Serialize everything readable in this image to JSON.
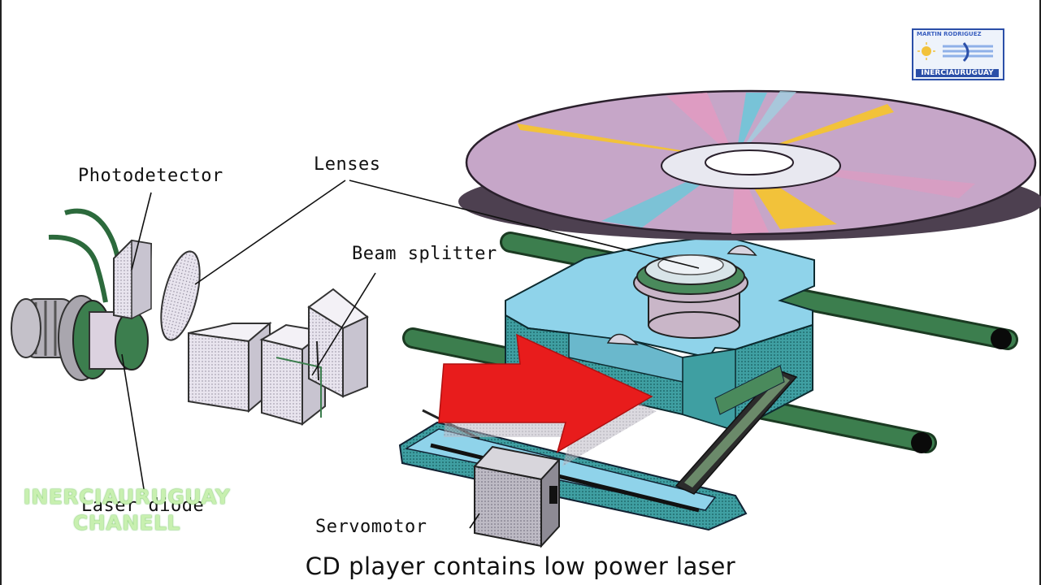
{
  "diagram": {
    "labels": {
      "photodetector": "Photodetector",
      "lenses": "Lenses",
      "beam_splitter": "Beam splitter",
      "laser_diode": "Laser diode",
      "servomotor": "Servomotor"
    },
    "caption": "CD player contains low power laser"
  },
  "watermark": {
    "line1": "INERCIAURUGUAY",
    "line2": "CHANELL"
  },
  "logo": {
    "top_text": "MARTIN RODRIGUEZ",
    "bottom_text": "INERCIAURUGUAY"
  },
  "colors": {
    "sled": "#8fd3ea",
    "sled_dark": "#3f9fa2",
    "rods": "#3c7e4e",
    "arrow": "#e81c1c",
    "disc": "#c6a6c8",
    "optics": "#e4e0ea"
  }
}
